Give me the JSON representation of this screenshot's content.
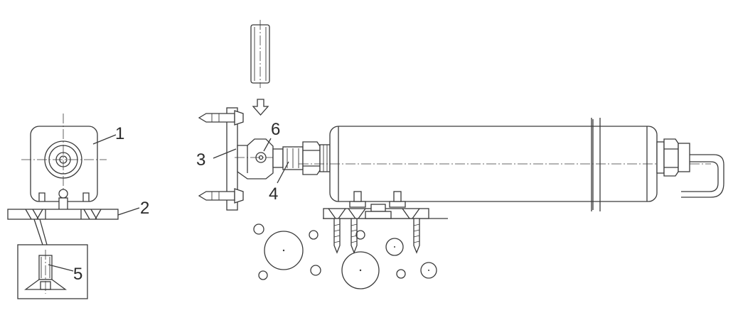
{
  "callouts": {
    "c1": "1",
    "c2": "2",
    "c3": "3",
    "c4": "4",
    "c5": "5",
    "c6": "6"
  },
  "colors": {
    "line": "#3a3a3a",
    "background": "#ffffff"
  },
  "icons": {
    "insertion_arrow": "down-arrow-icon"
  }
}
